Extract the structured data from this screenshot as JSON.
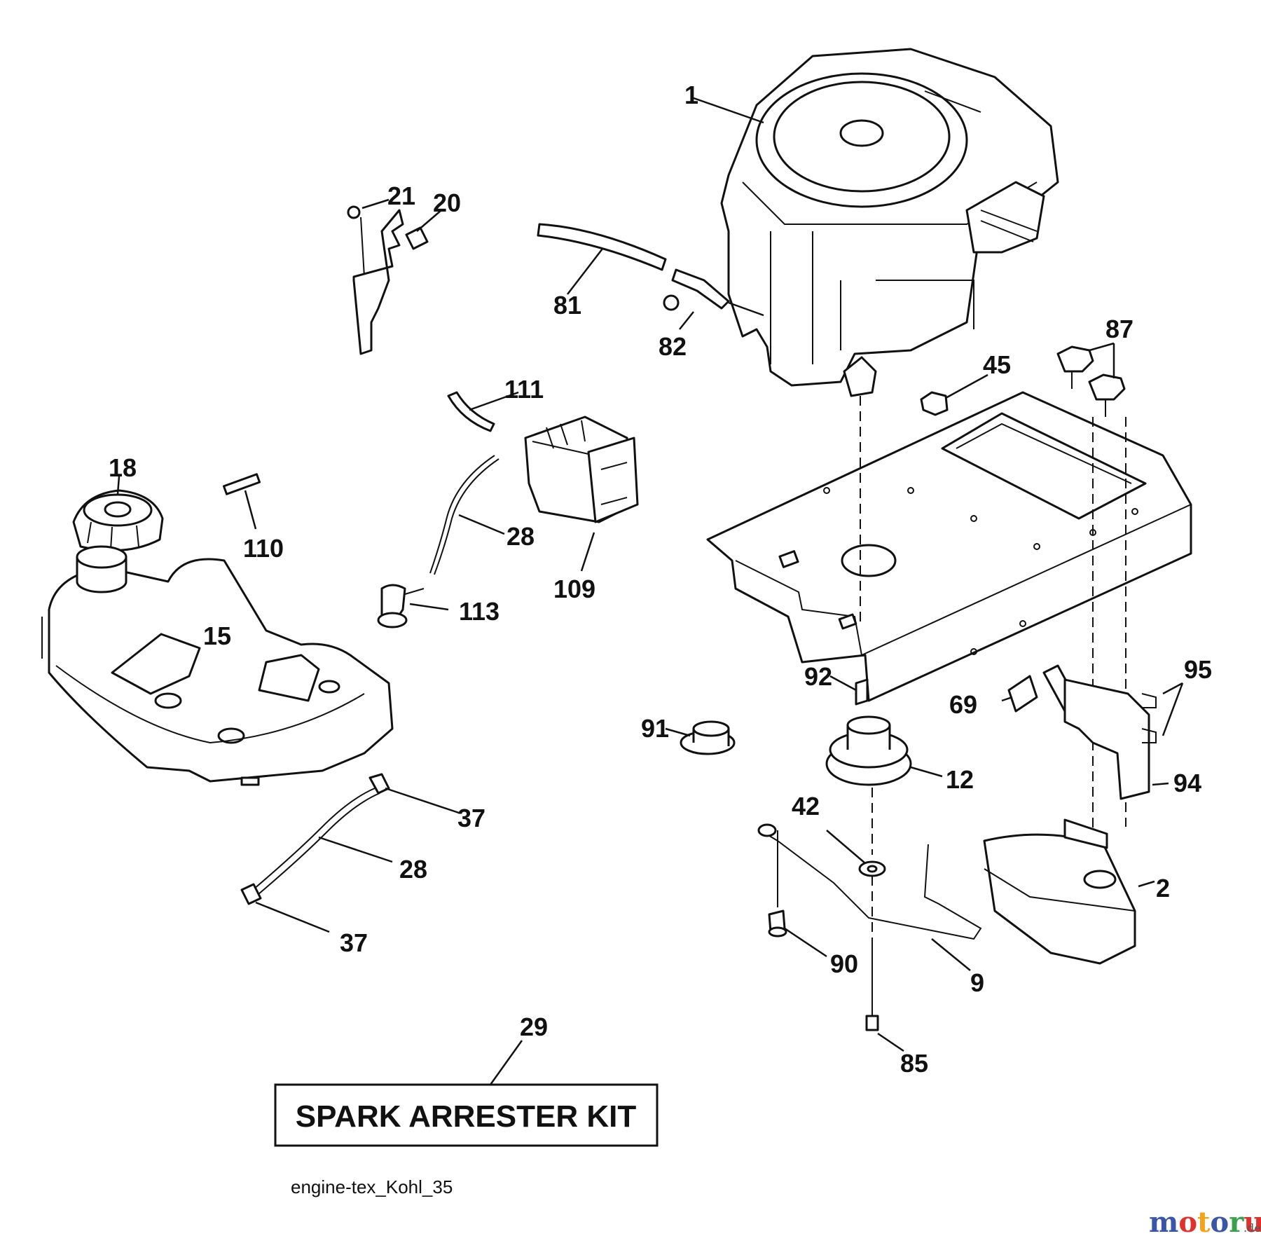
{
  "labels": [
    {
      "id": "1",
      "text": "1"
    },
    {
      "id": "21",
      "text": "21"
    },
    {
      "id": "20",
      "text": "20"
    },
    {
      "id": "81",
      "text": "81"
    },
    {
      "id": "82",
      "text": "82"
    },
    {
      "id": "87",
      "text": "87"
    },
    {
      "id": "45",
      "text": "45"
    },
    {
      "id": "111",
      "text": "111"
    },
    {
      "id": "18",
      "text": "18"
    },
    {
      "id": "110",
      "text": "110"
    },
    {
      "id": "28a",
      "text": "28"
    },
    {
      "id": "109",
      "text": "109"
    },
    {
      "id": "113",
      "text": "113"
    },
    {
      "id": "15",
      "text": "15"
    },
    {
      "id": "92",
      "text": "92"
    },
    {
      "id": "95",
      "text": "95"
    },
    {
      "id": "69",
      "text": "69"
    },
    {
      "id": "91",
      "text": "91"
    },
    {
      "id": "12",
      "text": "12"
    },
    {
      "id": "94",
      "text": "94"
    },
    {
      "id": "42",
      "text": "42"
    },
    {
      "id": "37a",
      "text": "37"
    },
    {
      "id": "28b",
      "text": "28"
    },
    {
      "id": "2",
      "text": "2"
    },
    {
      "id": "37b",
      "text": "37"
    },
    {
      "id": "90",
      "text": "90"
    },
    {
      "id": "9",
      "text": "9"
    },
    {
      "id": "29",
      "text": "29"
    },
    {
      "id": "85",
      "text": "85"
    }
  ],
  "kit_label": "SPARK ARRESTER KIT",
  "footer_code": "engine-tex_Kohl_35",
  "watermark": {
    "brand": "motoruf",
    "suffix": ".de",
    "colors": [
      "#3a57a7",
      "#e0322d",
      "#f2a31b",
      "#3a57a7",
      "#3aa14a",
      "#e0322d",
      "#3a57a7"
    ]
  }
}
